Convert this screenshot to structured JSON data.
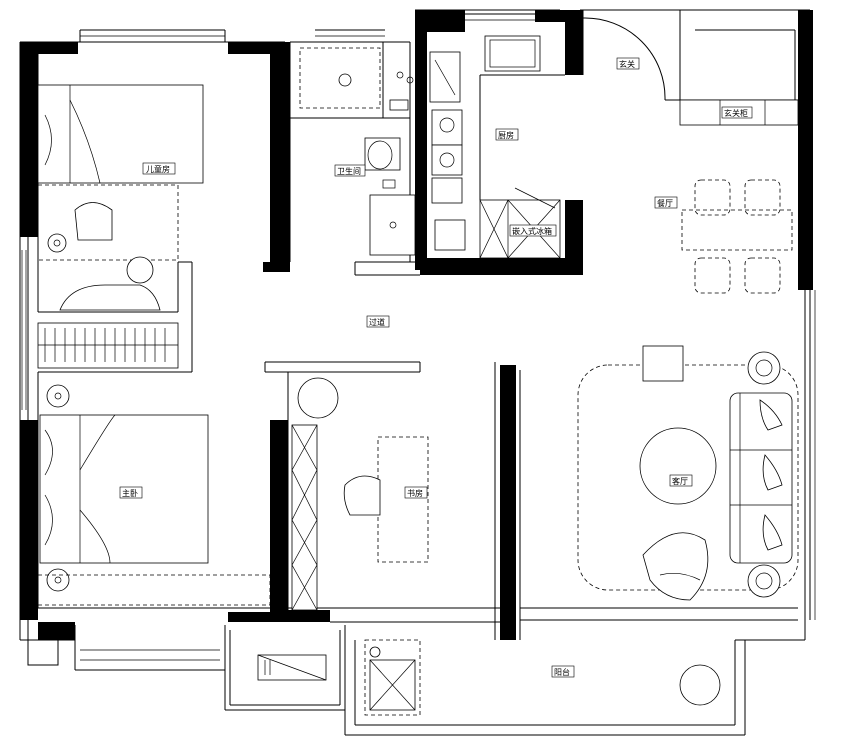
{
  "rooms": {
    "kids_bedroom": "儿童房",
    "bathroom": "卫生间",
    "kitchen": "厨房",
    "entrance": "玄关",
    "shoe_cabinet": "玄关柜",
    "dining": "餐厅",
    "fridge": "嵌入式冰箱",
    "corridor": "过道",
    "master_bedroom": "主卧",
    "study": "书房",
    "living_room": "客厅",
    "balcony": "阳台"
  }
}
